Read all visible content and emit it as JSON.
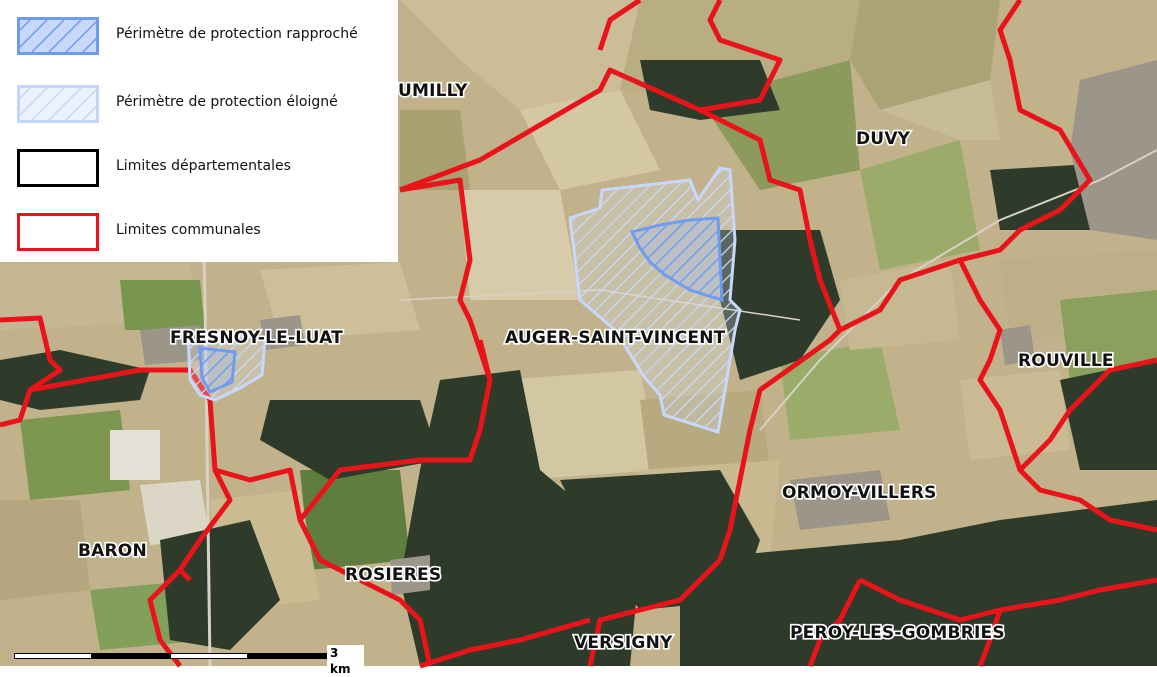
{
  "legend": {
    "items": [
      {
        "label": "Périmètre de protection rapproché",
        "stroke": "#6f9cf0",
        "fill": "#a9c3f5",
        "hatch": true
      },
      {
        "label": "Périmètre de protection éloigné",
        "stroke": "#b9cff7",
        "fill": "#dbe6fb",
        "hatch": true
      },
      {
        "label": "Limites départementales",
        "stroke": "#000000",
        "fill": "#ffffff",
        "hatch": false
      },
      {
        "label": "Limites communales",
        "stroke": "#e8141a",
        "fill": "#ffffff",
        "hatch": false
      }
    ]
  },
  "communes": [
    {
      "name": "UMILLY"
    },
    {
      "name": "DUVY"
    },
    {
      "name": "FRESNOY-LE-LUAT"
    },
    {
      "name": "AUGER-SAINT-VINCENT"
    },
    {
      "name": "ROUVILLE"
    },
    {
      "name": "ORMOY-VILLERS"
    },
    {
      "name": "BARON"
    },
    {
      "name": "ROSIERES"
    },
    {
      "name": "VERSIGNY"
    },
    {
      "name": "PEROY-LES-GOMBRIES"
    }
  ],
  "scale": {
    "label": "3 km"
  },
  "colors": {
    "commune_boundary": "#e8141a",
    "close_perimeter": "#6f9cf0",
    "far_perimeter": "#b9cff7",
    "forest": "#2f3b2a",
    "field_light": "#d2c39f",
    "field_green": "#7f9a55"
  }
}
